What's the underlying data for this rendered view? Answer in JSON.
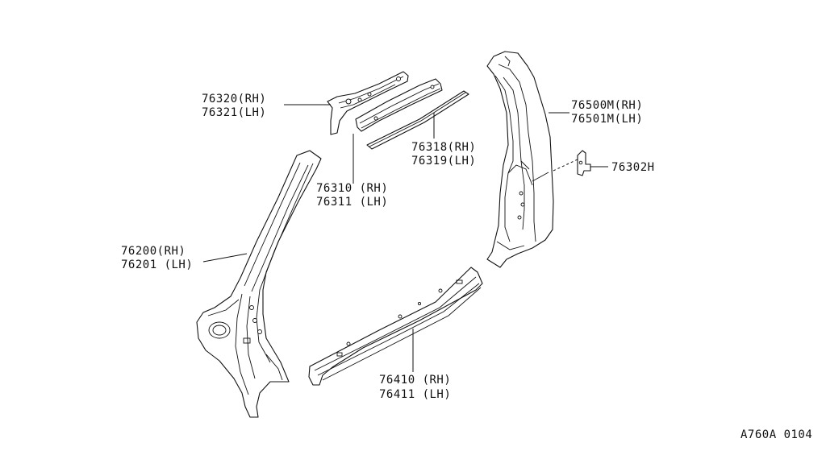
{
  "diagram_ref": "A760A 0104",
  "labels": {
    "p76320": [
      "76320(RH)",
      "76321(LH)"
    ],
    "p76310": [
      "76310 (RH)",
      "76311 (LH)"
    ],
    "p76318": [
      "76318(RH)",
      "76319(LH)"
    ],
    "p76500": [
      "76500M(RH)",
      "76501M(LH)"
    ],
    "p76302": [
      "76302H"
    ],
    "p76200": [
      "76200(RH)",
      "76201 (LH)"
    ],
    "p76410": [
      "76410 (RH)",
      "76411 (LH)"
    ]
  }
}
